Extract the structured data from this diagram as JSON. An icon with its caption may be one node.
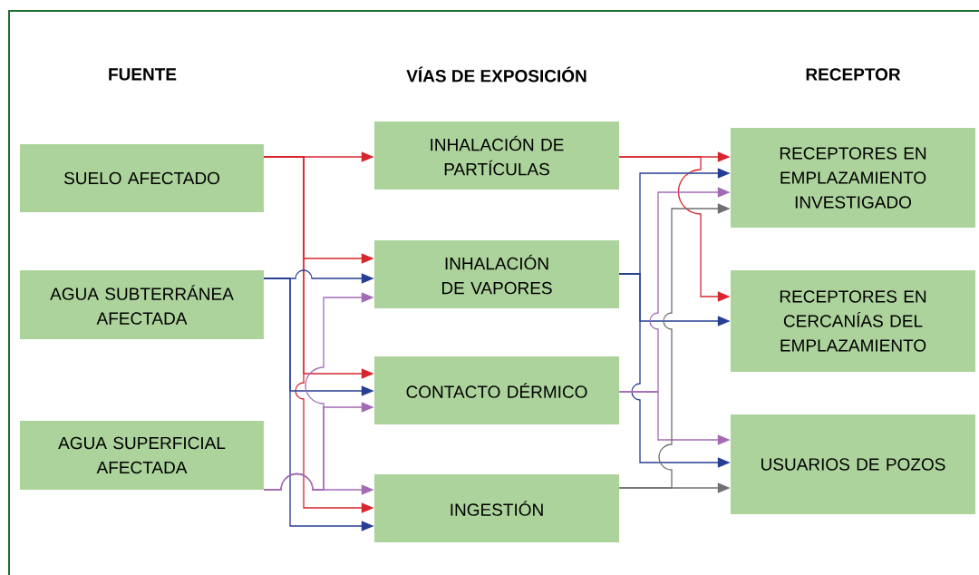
{
  "diagram": {
    "nodes": [
      {
        "text": [
          "SUELO AFECTADO"
        ]
      },
      {
        "text": [
          "AGUA SUBTERRÁNEA AFECTADA"
        ]
      },
      {
        "text": [
          "AGUA SUPERFICIAL AFECTADA"
        ]
      },
      {
        "text": [
          "INHALACIÓN DE PARTÍCULAS"
        ]
      },
      {
        "text": [
          "INHALACIÓN DE VAPORES"
        ]
      },
      {
        "text": [
          "CONTACTO DÉRMICO"
        ]
      },
      {
        "text": [
          "INGESTIÓN"
        ]
      },
      {
        "text": [
          "RECEPTORES EN EMPLAZAMIENTO INVESTIGADO"
        ]
      },
      {
        "text": [
          "RECEPTORES EN CERCANÍAS DEL EMPLAZAMIENTO"
        ]
      },
      {
        "text": [
          "USUARIOS DE POZOS"
        ]
      }
    ],
    "edges": [
      {
        "from": 0,
        "to": 3,
        "arrow": "to",
        "color": "#d7262e"
      },
      {
        "from": 0,
        "to": 4,
        "arrow": "to",
        "color": "#d7262e"
      },
      {
        "from": 0,
        "to": 5,
        "arrow": "to",
        "color": "#d7262e"
      },
      {
        "from": 0,
        "to": 6,
        "arrow": "to",
        "color": "#d7262e"
      },
      {
        "from": 1,
        "to": 4,
        "arrow": "to",
        "color": "#263e93"
      },
      {
        "from": 1,
        "to": 5,
        "arrow": "to",
        "color": "#263e93"
      },
      {
        "from": 1,
        "to": 6,
        "arrow": "to",
        "color": "#263e93"
      },
      {
        "from": 2,
        "to": 4,
        "arrow": "to",
        "color": "#a26bb4"
      },
      {
        "from": 2,
        "to": 5,
        "arrow": "to",
        "color": "#a26bb4"
      },
      {
        "from": 2,
        "to": 6,
        "arrow": "to",
        "color": "#a26bb4"
      },
      {
        "from": 3,
        "to": 7,
        "arrow": "to",
        "color": "#d7262e"
      },
      {
        "from": 3,
        "to": 8,
        "arrow": "to",
        "color": "#d7262e"
      },
      {
        "from": 4,
        "to": 7,
        "arrow": "to",
        "color": "#263e93"
      },
      {
        "from": 4,
        "to": 8,
        "arrow": "to",
        "color": "#263e93"
      },
      {
        "from": 4,
        "to": 9,
        "arrow": "to",
        "color": "#263e93"
      },
      {
        "from": 5,
        "to": 7,
        "arrow": "to",
        "color": "#a26bb4"
      },
      {
        "from": 5,
        "to": 9,
        "arrow": "to",
        "color": "#a26bb4"
      },
      {
        "from": 6,
        "to": 7,
        "arrow": "to",
        "color": "#707070"
      },
      {
        "from": 6,
        "to": 9,
        "arrow": "to",
        "color": "#707070"
      }
    ],
    "labels": [
      "FUENTE",
      "VÍAS DE EXPOSICIÓN",
      "RECEPTOR"
    ]
  }
}
